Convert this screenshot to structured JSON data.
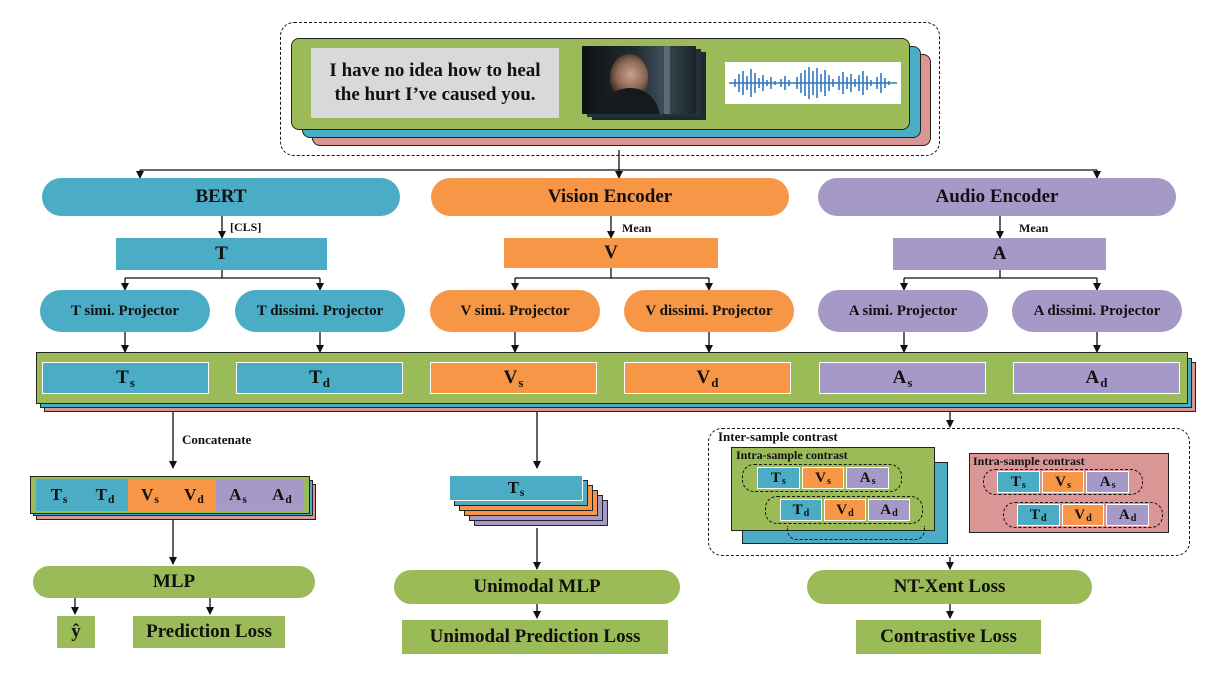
{
  "colors": {
    "text": "#4bacc6",
    "vision": "#f79646",
    "audio": "#a59ac7",
    "green": "#9bbb59",
    "pink": "#d99694",
    "gray": "#d9d9d9"
  },
  "input": {
    "utterance": "I have no idea how to heal the hurt I’ve caused you.",
    "image_icon": "video-frame-icon",
    "audio_icon": "audio-waveform-icon"
  },
  "encoders": {
    "text": "BERT",
    "vision": "Vision Encoder",
    "audio": "Audio Encoder"
  },
  "pooling": {
    "text": "[CLS]",
    "vision": "Mean",
    "audio": "Mean"
  },
  "features": {
    "text": "T",
    "vision": "V",
    "audio": "A"
  },
  "projectors": {
    "t_simi": "T simi. Projector",
    "t_dissimi": "T dissimi. Projector",
    "v_simi": "V simi. Projector",
    "v_dissimi": "V dissimi. Projector",
    "a_simi": "A simi. Projector",
    "a_dissimi": "A dissimi. Projector"
  },
  "symbols": {
    "T": "T",
    "V": "V",
    "A": "A",
    "s": "s",
    "d": "d"
  },
  "labels": {
    "concatenate": "Concatenate",
    "inter_sample": "Inter-sample contrast",
    "intra_sample": "Intra-sample contrast"
  },
  "heads": {
    "mlp": "MLP",
    "unimodal_mlp": "Unimodal MLP",
    "ntxent": "NT-Xent Loss"
  },
  "outputs": {
    "y_hat": "ŷ",
    "prediction_loss": "Prediction Loss",
    "unimodal_prediction_loss": "Unimodal Prediction Loss",
    "contrastive_loss": "Contrastive Loss"
  }
}
